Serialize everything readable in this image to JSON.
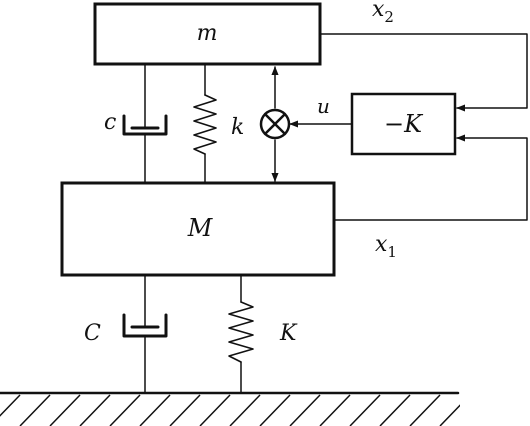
{
  "labels": {
    "upper_mass": "m",
    "lower_mass": "M",
    "upper_damper": "c",
    "upper_spring": "k",
    "lower_damper": "C",
    "lower_spring": "K",
    "controller": "−K",
    "control_signal": "u",
    "x2": "x",
    "x2_sub": "2",
    "x1": "x",
    "x1_sub": "1"
  }
}
